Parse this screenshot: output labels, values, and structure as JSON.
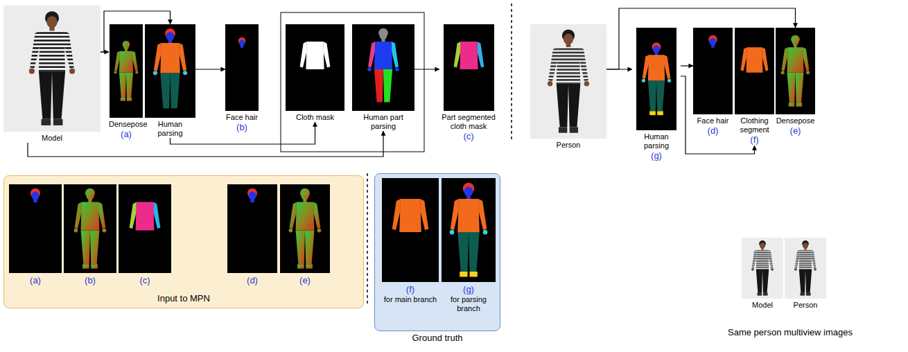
{
  "diagram": {
    "nodes": [
      {
        "text": [
          "Model"
        ]
      },
      {
        "text": [
          "Densepose",
          "(a)"
        ]
      },
      {
        "text": [
          "Human parsing"
        ]
      },
      {
        "text": [
          "Face hair",
          "(b)"
        ]
      },
      {
        "text": [
          "Cloth mask"
        ]
      },
      {
        "text": [
          "Human part parsing"
        ]
      },
      {
        "text": [
          "Part segmented cloth mask",
          "(c)"
        ]
      },
      {
        "text": [
          "Person"
        ]
      },
      {
        "text": [
          "Human parsing",
          "(g)"
        ]
      },
      {
        "text": [
          "Face hair",
          "(d)"
        ]
      },
      {
        "text": [
          "Clothing segment",
          "(f)"
        ]
      },
      {
        "text": [
          "Densepose",
          "(e)"
        ]
      },
      {
        "text": [
          "Input to MPN"
        ]
      },
      {
        "text": [
          "(a)"
        ],
        "in": 12
      },
      {
        "text": [
          "(b)"
        ],
        "in": 12
      },
      {
        "text": [
          "(c)"
        ],
        "in": 12
      },
      {
        "text": [
          "(d)"
        ],
        "in": 12
      },
      {
        "text": [
          "(e)"
        ],
        "in": 12
      },
      {
        "text": [
          "Ground truth"
        ]
      },
      {
        "text": [
          "(f)",
          "for main branch"
        ],
        "in": 18
      },
      {
        "text": [
          "(g)",
          "for parsing branch"
        ],
        "in": 18
      },
      {
        "text": [
          "Model"
        ]
      },
      {
        "text": [
          "Person"
        ]
      }
    ],
    "edges": [
      {
        "from": 0,
        "to": 1,
        "arrow": "to"
      },
      {
        "from": 0,
        "to": 2,
        "arrow": "to"
      },
      {
        "from": 2,
        "to": 3,
        "arrow": "to"
      },
      {
        "from": 2,
        "to": 4,
        "arrow": "to"
      },
      {
        "from": 0,
        "to": 5,
        "arrow": "to"
      },
      {
        "from": 5,
        "to": 6,
        "arrow": "to"
      },
      {
        "from": 7,
        "to": 8,
        "arrow": "to"
      },
      {
        "from": 7,
        "to": 11,
        "arrow": "to"
      },
      {
        "from": 8,
        "to": 9,
        "arrow": "to"
      },
      {
        "from": 8,
        "to": 10,
        "arrow": "to"
      }
    ],
    "labels": [
      "Same person multiview images"
    ]
  }
}
